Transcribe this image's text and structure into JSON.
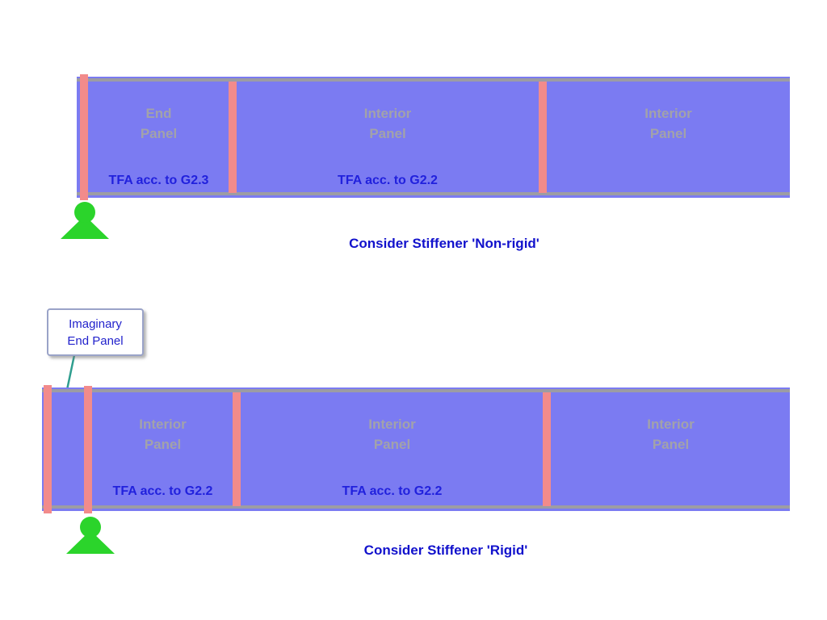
{
  "colors": {
    "beam_fill": "#7b7bf2",
    "stiffener": "#f28b8b",
    "flange": "#9c9ca4",
    "panel_label": "#a2a2aa",
    "tfa_text": "#2121dd",
    "caption": "#1111cc",
    "support": "#2bd42b",
    "callout_text": "#2222cc",
    "callout_border": "#9aa3c8",
    "leader": "#2f9e8f"
  },
  "top_diagram": {
    "panels": [
      {
        "line1": "End",
        "line2": "Panel"
      },
      {
        "line1": "Interior",
        "line2": "Panel"
      },
      {
        "line1": "Interior",
        "line2": "Panel"
      }
    ],
    "tfa_labels": [
      "TFA acc. to G2.3",
      "TFA acc. to G2.2"
    ],
    "caption": "Consider Stiffener 'Non-rigid'"
  },
  "bottom_diagram": {
    "panels": [
      {
        "line1": "Interior",
        "line2": "Panel"
      },
      {
        "line1": "Interior",
        "line2": "Panel"
      },
      {
        "line1": "Interior",
        "line2": "Panel"
      }
    ],
    "tfa_labels": [
      "TFA acc. to G2.2",
      "TFA acc. to G2.2"
    ],
    "caption": "Consider Stiffener 'Rigid'",
    "callout": {
      "line1": "Imaginary",
      "line2": "End Panel"
    }
  }
}
